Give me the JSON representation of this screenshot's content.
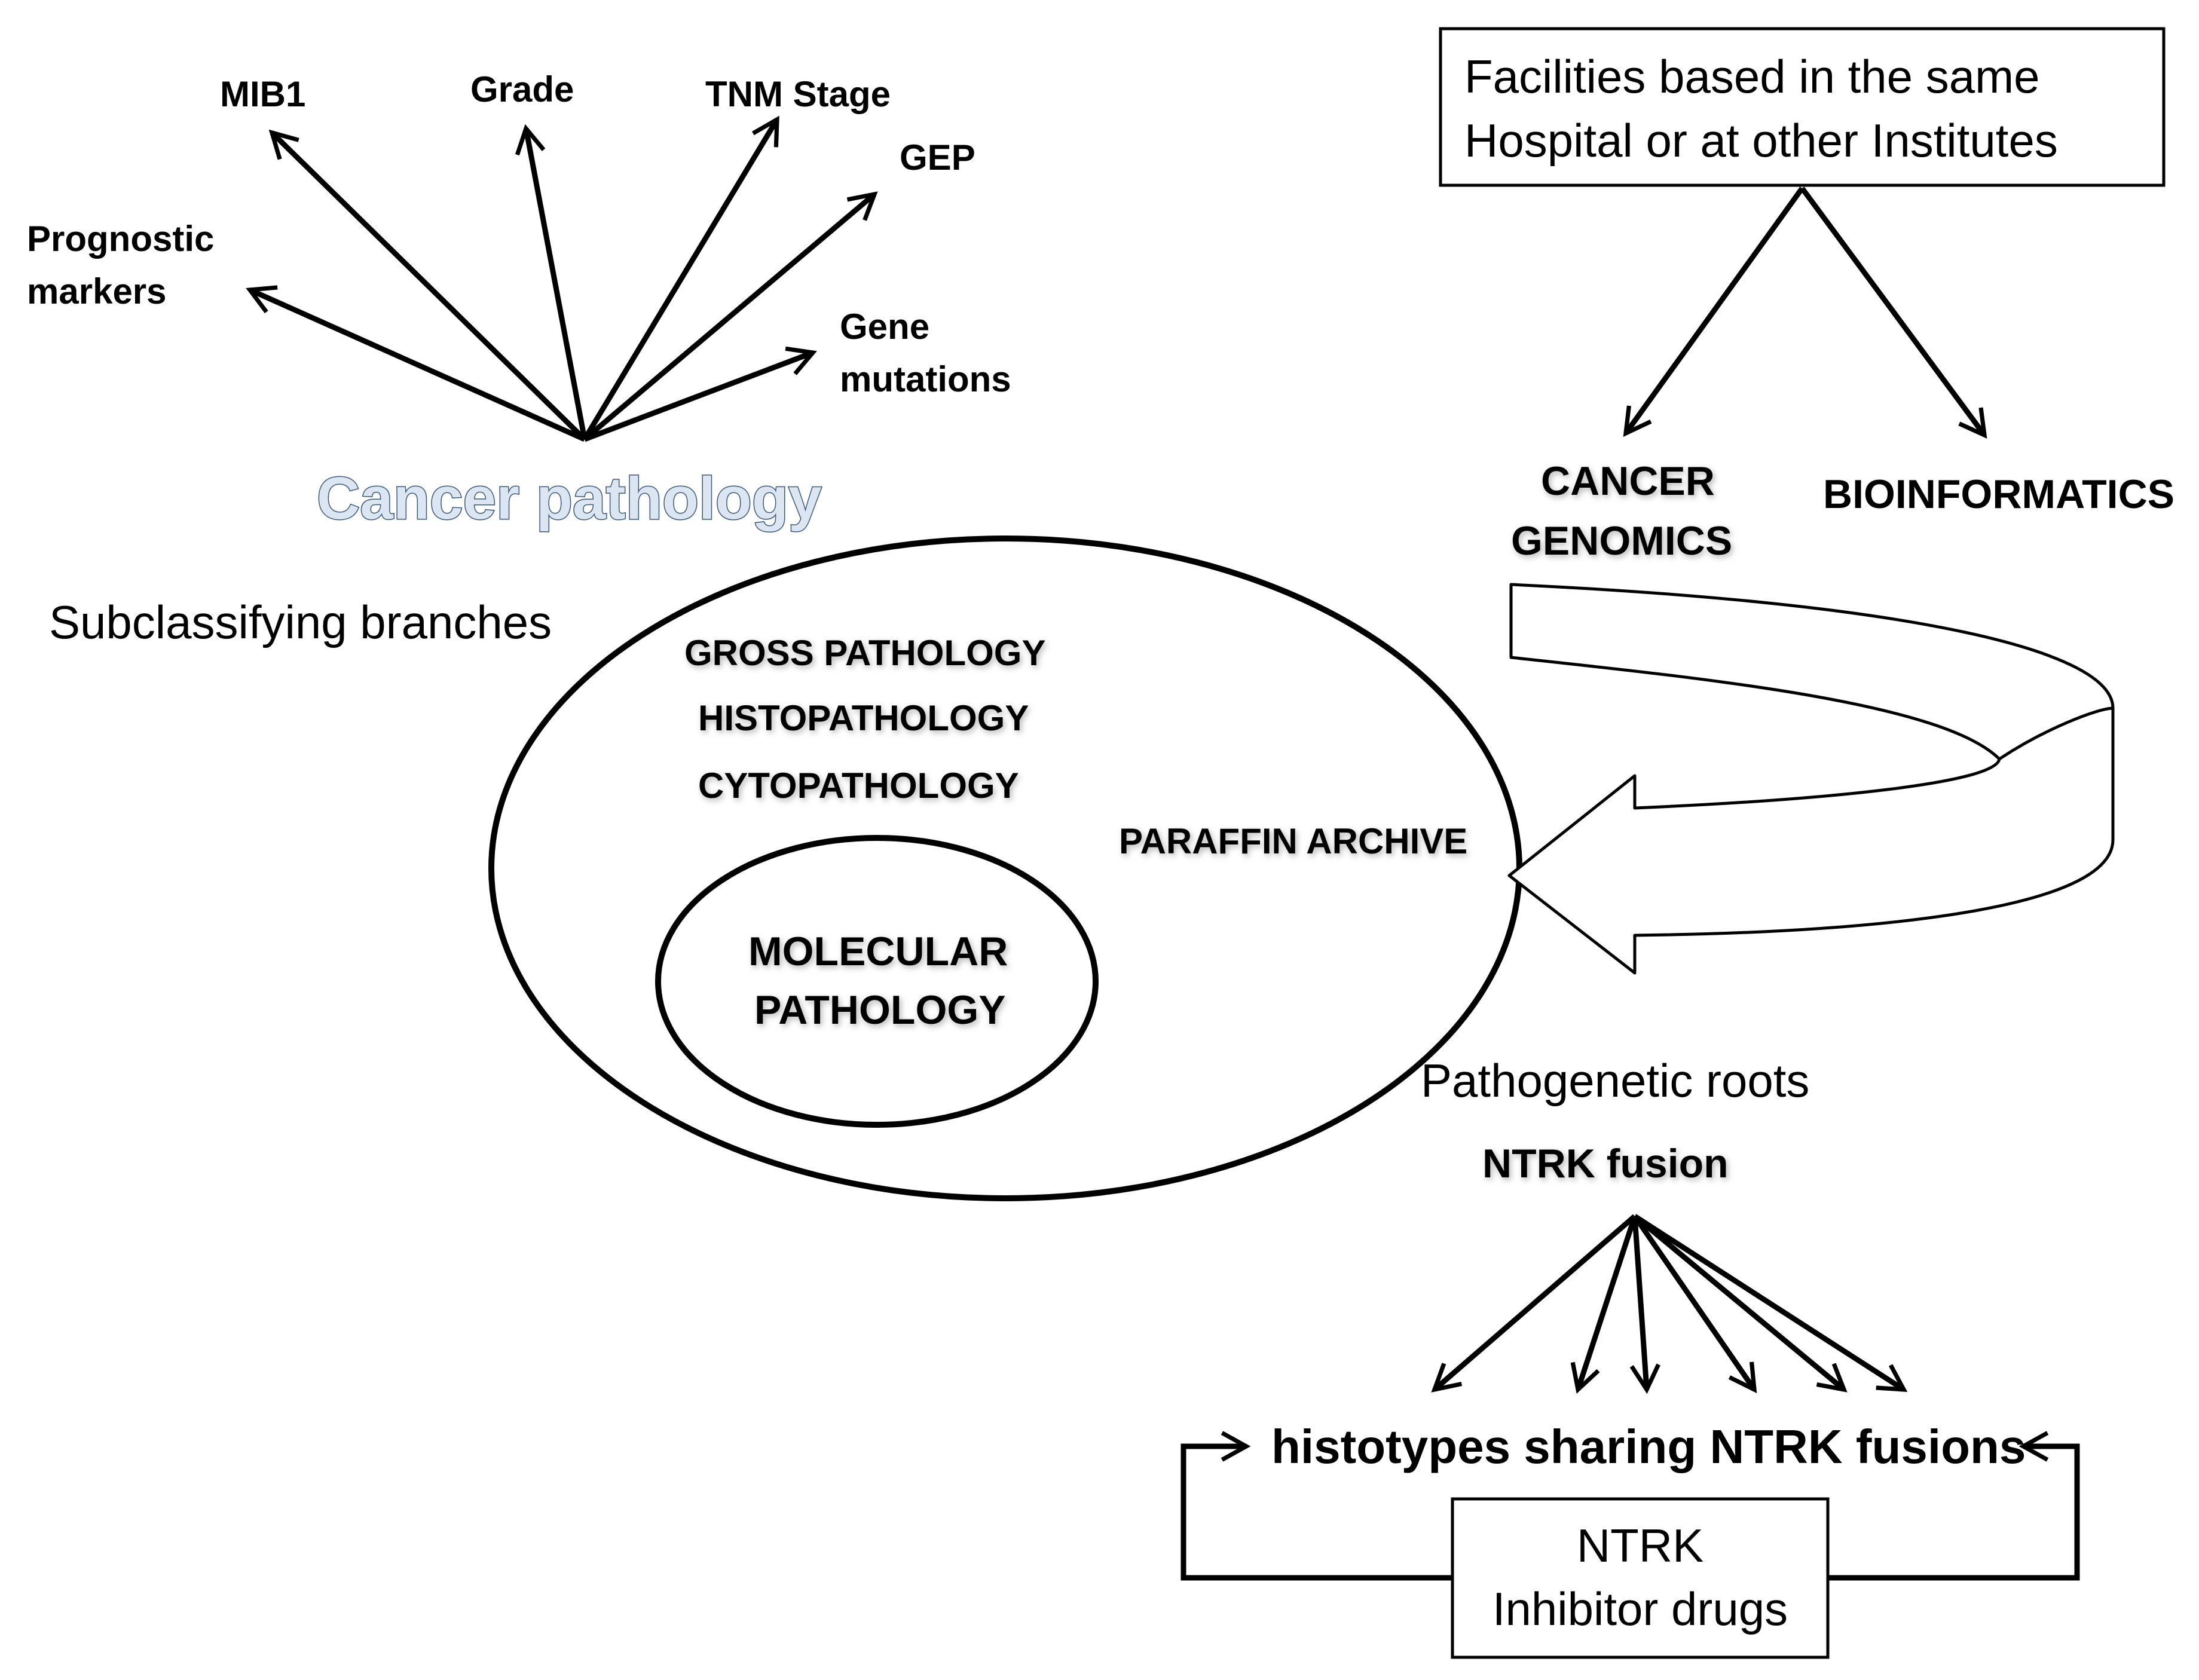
{
  "cancer_pathology": {
    "title": "Cancer pathology",
    "branches": {
      "mib1": "MIB1",
      "grade": "Grade",
      "tnm": "TNM Stage",
      "gep": "GEP",
      "prognostic_1": "Prognostic",
      "prognostic_2": "markers",
      "gene_1": "Gene",
      "gene_2": "mutations"
    },
    "subclassifying": "Subclassifying branches",
    "subtypes": [
      "GROSS PATHOLOGY",
      "HISTOPATHOLOGY",
      "CYTOPATHOLOGY"
    ],
    "paraffin": "PARAFFIN ARCHIVE",
    "molecular_1": "MOLECULAR",
    "molecular_2": "PATHOLOGY"
  },
  "facilities": {
    "line1": "Facilities based in the same",
    "line2": "Hospital or at other Institutes"
  },
  "genomics": {
    "cancer_genomics_1": "CANCER",
    "cancer_genomics_2": "GENOMICS",
    "bioinformatics": "BIOINFORMATICS"
  },
  "ntrk": {
    "roots_label": "Pathogenetic roots",
    "fusion": "NTRK fusion",
    "histotypes": "histotypes sharing NTRK fusions",
    "drugs_1": "NTRK",
    "drugs_2": "Inhibitor drugs"
  },
  "colors": {
    "line": "#000000",
    "hero_fill": "#dce6f2",
    "hero_outline": "#3b5878"
  }
}
